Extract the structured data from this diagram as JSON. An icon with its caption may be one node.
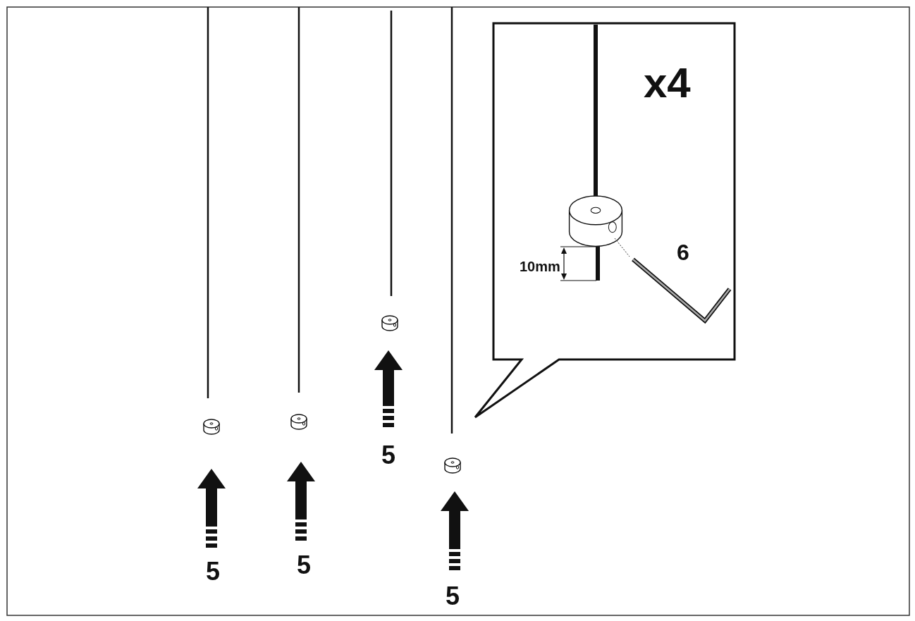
{
  "diagram": {
    "nodes": [
      {
        "text": [
          "x4"
        ]
      }
    ],
    "edges": [],
    "labels": [
      "6",
      "10mm",
      "5",
      "5",
      "5",
      "5"
    ]
  }
}
